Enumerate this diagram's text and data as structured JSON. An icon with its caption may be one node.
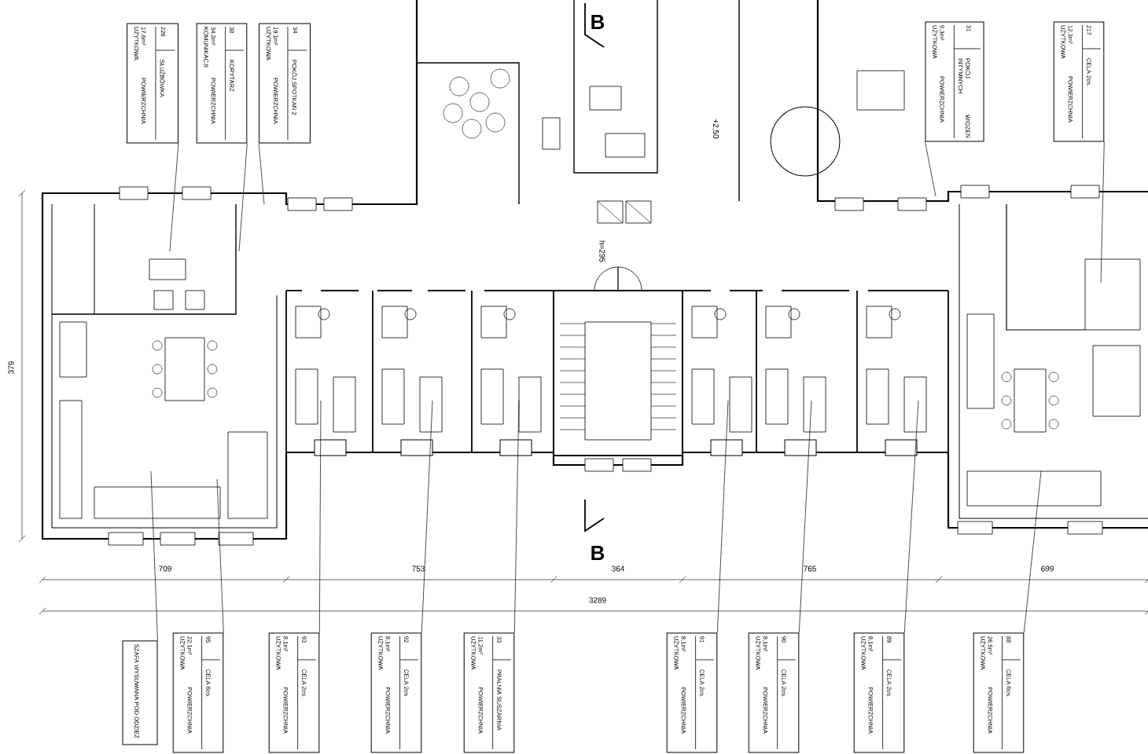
{
  "diagram": {
    "nodes": [
      {
        "text": [
          "226",
          "SŁUŻBÓWKA",
          "17,6m² POWIERZCHNIA UŻYTKOWA"
        ]
      },
      {
        "text": [
          "38",
          "KORYTARZ",
          "34,2m² POWIERZCHNIA KOMUNIKACJI"
        ]
      },
      {
        "text": [
          "34",
          "POKÓJ SPOTKAŃ 2",
          "19,1m² POWIERZCHNIA UŻYTKOWA"
        ]
      },
      {
        "text": [
          "31",
          "POKÓJ WIDZEŃ INTYMNYCH",
          "9,3m² POWIERZCHNIA UŻYTKOWA"
        ]
      },
      {
        "text": [
          "217",
          "CELA 2os.",
          "12,3m² POWIERZCHNIA UŻYTKOWA"
        ]
      },
      {
        "text": [
          "SZAFA WYSUWANA POD ODZIEŻ"
        ]
      },
      {
        "text": [
          "95",
          "CELA 6os.",
          "22,1m² POWIERZCHNIA UŻYTKOWA"
        ]
      },
      {
        "text": [
          "93",
          "CELA 2os.",
          "8,1m² POWIERZCHNIA UŻYTKOWA"
        ]
      },
      {
        "text": [
          "92",
          "CELA 2os.",
          "8,1m² POWIERZCHNIA UŻYTKOWA"
        ]
      },
      {
        "text": [
          "33",
          "PRALNIA SUSZARNIA",
          "11,2m² POWIERZCHNIA UŻYTKOWA"
        ]
      },
      {
        "text": [
          "91",
          "CELA 2os.",
          "8,1m² POWIERZCHNIA UŻYTKOWA"
        ]
      },
      {
        "text": [
          "90",
          "CELA 2os.",
          "8,1m² POWIERZCHNIA UŻYTKOWA"
        ]
      },
      {
        "text": [
          "89",
          "CELA 2os.",
          "8,1m² POWIERZCHNIA UŻYTKOWA"
        ]
      },
      {
        "text": [
          "88",
          "CELA 6os.",
          "26,5m² POWIERZCHNIA UŻYTKOWA"
        ]
      }
    ],
    "edges": [
      {
        "from": 0,
        "to": null,
        "arrow": "none"
      },
      {
        "from": 1,
        "to": null,
        "arrow": "none"
      },
      {
        "from": 2,
        "to": null,
        "arrow": "none"
      },
      {
        "from": 3,
        "to": null,
        "arrow": "none"
      },
      {
        "from": 4,
        "to": null,
        "arrow": "none"
      },
      {
        "from": 5,
        "to": null,
        "arrow": "none"
      },
      {
        "from": 6,
        "to": null,
        "arrow": "none"
      },
      {
        "from": 7,
        "to": null,
        "arrow": "none"
      },
      {
        "from": 8,
        "to": null,
        "arrow": "none"
      },
      {
        "from": 9,
        "to": null,
        "arrow": "none"
      },
      {
        "from": 10,
        "to": null,
        "arrow": "none"
      },
      {
        "from": 11,
        "to": null,
        "arrow": "none"
      },
      {
        "from": 12,
        "to": null,
        "arrow": "none"
      },
      {
        "from": 13,
        "to": null,
        "arrow": "none"
      }
    ],
    "labels": [
      "B",
      "+2,50",
      "h=295",
      "379",
      "B",
      "709",
      "753",
      "364",
      "765",
      "699",
      "3289"
    ]
  }
}
